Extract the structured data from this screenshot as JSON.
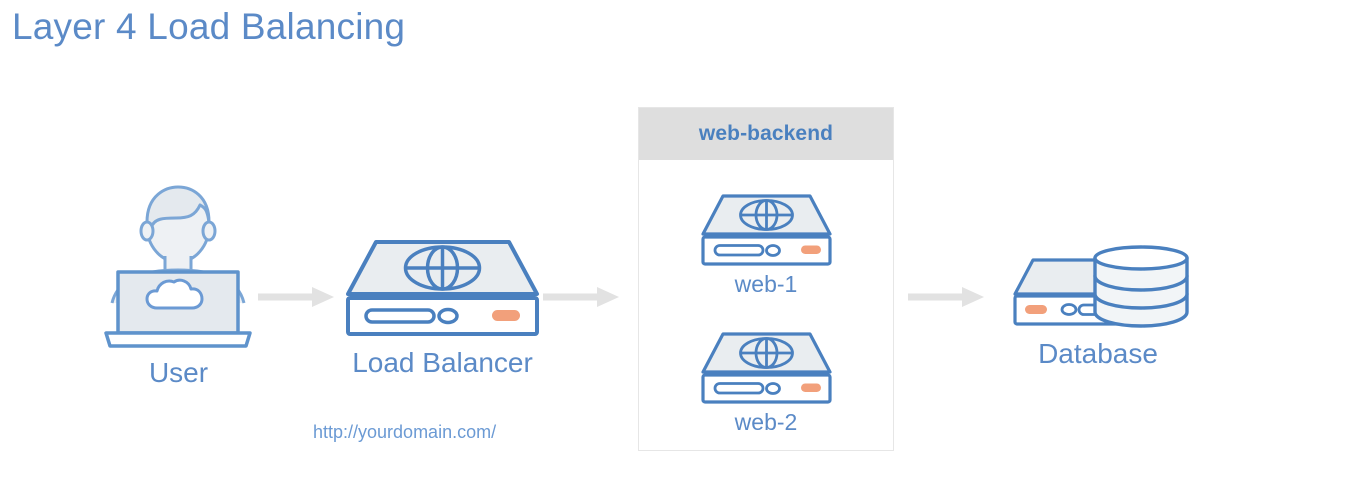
{
  "page": {
    "title": "Layer 4 Load Balancing",
    "background_color": "#ffffff"
  },
  "theme": {
    "blue_text": "#5b8ac7",
    "blue_stroke": "#4a80bf",
    "blue_stroke_light": "#7ba6d6",
    "icon_fill": "#e9edf0",
    "accent_orange": "#f2a07b",
    "arrow_gray": "#e2e2e2",
    "group_header_gray": "#dedede",
    "group_border_gray": "#e6e6e6"
  },
  "diagram": {
    "type": "network-architecture",
    "nodes": [
      {
        "id": "user",
        "label": "User",
        "icon": "user-laptop-icon",
        "screen_glyph": "cloud-icon"
      },
      {
        "id": "load-balancer",
        "label": "Load Balancer",
        "icon": "server-globe-icon",
        "sub_label": "http://yourdomain.com/"
      },
      {
        "id": "web-1",
        "label": "web-1",
        "icon": "server-globe-icon",
        "group": "web-backend"
      },
      {
        "id": "web-2",
        "label": "web-2",
        "icon": "server-globe-icon",
        "group": "web-backend"
      },
      {
        "id": "database",
        "label": "Database",
        "icon": "database-server-icon"
      }
    ],
    "groups": [
      {
        "id": "web-backend",
        "title": "web-backend",
        "members": [
          "web-1",
          "web-2"
        ]
      }
    ],
    "connections": [
      {
        "from": "user",
        "to": "load-balancer",
        "style": "arrow"
      },
      {
        "from": "load-balancer",
        "to": "web-backend",
        "style": "arrow"
      },
      {
        "from": "web-backend",
        "to": "database",
        "style": "arrow"
      }
    ]
  }
}
